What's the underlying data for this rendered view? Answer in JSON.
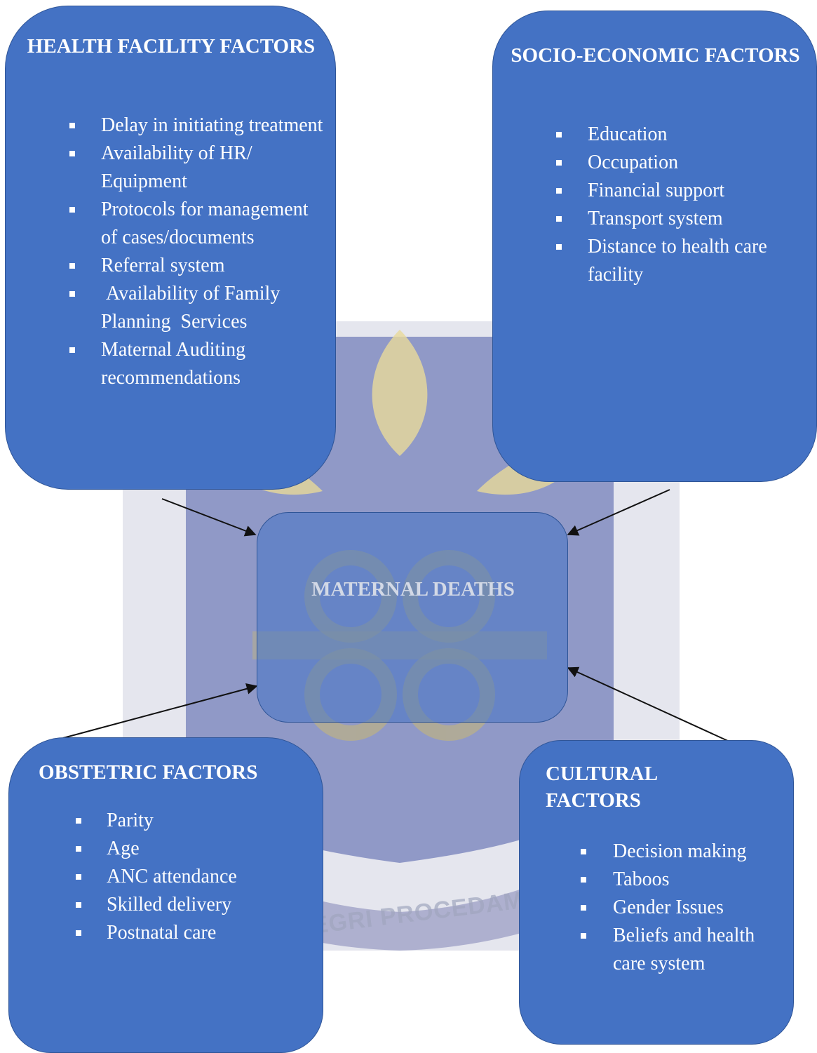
{
  "boxes": {
    "health_facility": {
      "title": "HEALTH FACILITY FACTORS",
      "items": [
        "Delay in initiating treatment",
        "Availability of HR/ Equipment",
        "Protocols for management of cases/documents",
        "Referral system",
        " Availability of Family Planning  Services",
        "Maternal Auditing recommendations"
      ]
    },
    "socio_economic": {
      "title": "SOCIO-ECONOMIC FACTORS",
      "items": [
        "Education",
        "Occupation",
        "Financial support",
        "Transport system",
        "Distance to health care facility"
      ]
    },
    "obstetric": {
      "title": "OBSTETRIC FACTORS",
      "items": [
        "Parity",
        "Age",
        "ANC attendance",
        "Skilled delivery",
        "Postnatal care"
      ]
    },
    "cultural": {
      "title": "CULTURAL FACTORS",
      "items": [
        "Decision making",
        "Taboos",
        "Gender Issues",
        "Beliefs and health care system"
      ]
    }
  },
  "center": {
    "label": "MATERNAL DEATHS"
  },
  "watermark": {
    "motto": "INTEGRI PROCEDAMUS"
  },
  "colors": {
    "box_fill": "#4472c4",
    "box_border": "#2f5597",
    "text": "#ffffff",
    "arrow": "#111111"
  },
  "arrows": [
    {
      "from": "health_facility",
      "to": "center"
    },
    {
      "from": "socio_economic",
      "to": "center"
    },
    {
      "from": "obstetric",
      "to": "center"
    },
    {
      "from": "cultural",
      "to": "center"
    }
  ]
}
